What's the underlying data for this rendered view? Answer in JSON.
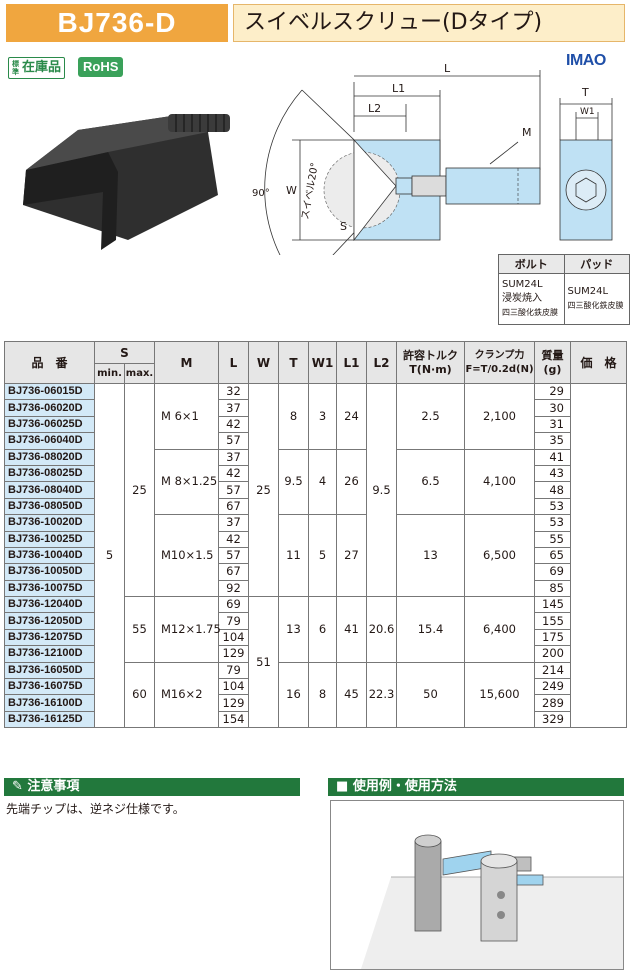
{
  "header": {
    "model": "BJ736-D",
    "title": "スイベルスクリュー(Dタイプ)"
  },
  "badges": {
    "stock_small": "標準",
    "stock": "在庫品",
    "rohs": "RoHS"
  },
  "brand": {
    "logo": "IMAO"
  },
  "drawing": {
    "labels": {
      "L": "L",
      "L1": "L1",
      "L2": "L2",
      "M": "M",
      "T": "T",
      "W1": "W1",
      "W": "W",
      "S": "S",
      "angle90": "90°",
      "swivel": "スイベル20°"
    }
  },
  "materials": {
    "headers": [
      "ボルト",
      "パッド"
    ],
    "bolt": {
      "line1": "SUM24L",
      "line2": "浸炭焼入",
      "line3": "四三酸化鉄皮膜"
    },
    "pad": {
      "line1": "SUM24L",
      "line2": "四三酸化鉄皮膜"
    }
  },
  "table": {
    "headers": {
      "part": "品　番",
      "s": "S",
      "s_min": "min.",
      "s_max": "max.",
      "m": "M",
      "l": "L",
      "w": "W",
      "t": "T",
      "w1": "W1",
      "l1": "L1",
      "l2": "L2",
      "torque_1": "許容トルク",
      "torque_2": "T(N·m)",
      "clamp_1": "クランプ力",
      "clamp_2": "F=T/0.2d(N)",
      "mass_1": "質量",
      "mass_2": "(g)",
      "price": "価　格"
    },
    "rows": [
      {
        "pn": "BJ736-06015D",
        "l": "32",
        "mass": "29"
      },
      {
        "pn": "BJ736-06020D",
        "l": "37",
        "mass": "30"
      },
      {
        "pn": "BJ736-06025D",
        "l": "42",
        "mass": "31"
      },
      {
        "pn": "BJ736-06040D",
        "l": "57",
        "mass": "35"
      },
      {
        "pn": "BJ736-08020D",
        "l": "37",
        "mass": "41"
      },
      {
        "pn": "BJ736-08025D",
        "l": "42",
        "mass": "43"
      },
      {
        "pn": "BJ736-08040D",
        "l": "57",
        "mass": "48"
      },
      {
        "pn": "BJ736-08050D",
        "l": "67",
        "mass": "53"
      },
      {
        "pn": "BJ736-10020D",
        "l": "37",
        "mass": "53"
      },
      {
        "pn": "BJ736-10025D",
        "l": "42",
        "mass": "55"
      },
      {
        "pn": "BJ736-10040D",
        "l": "57",
        "mass": "65"
      },
      {
        "pn": "BJ736-10050D",
        "l": "67",
        "mass": "69"
      },
      {
        "pn": "BJ736-10075D",
        "l": "92",
        "mass": "85"
      },
      {
        "pn": "BJ736-12040D",
        "l": "69",
        "mass": "145"
      },
      {
        "pn": "BJ736-12050D",
        "l": "79",
        "mass": "155"
      },
      {
        "pn": "BJ736-12075D",
        "l": "104",
        "mass": "175"
      },
      {
        "pn": "BJ736-12100D",
        "l": "129",
        "mass": "200"
      },
      {
        "pn": "BJ736-16050D",
        "l": "79",
        "mass": "214"
      },
      {
        "pn": "BJ736-16075D",
        "l": "104",
        "mass": "249"
      },
      {
        "pn": "BJ736-16100D",
        "l": "129",
        "mass": "289"
      },
      {
        "pn": "BJ736-16125D",
        "l": "154",
        "mass": "329"
      }
    ],
    "groups": [
      {
        "m": "M 6×1",
        "t": "8",
        "w1": "3",
        "l1": "24",
        "torque": "2.5",
        "clamp": "2,100"
      },
      {
        "m": "M 8×1.25",
        "t": "9.5",
        "w1": "4",
        "l1": "26",
        "torque": "6.5",
        "clamp": "4,100"
      },
      {
        "m": "M10×1.5",
        "t": "11",
        "w1": "5",
        "l1": "27",
        "torque": "13",
        "clamp": "6,500"
      },
      {
        "m": "M12×1.75",
        "t": "13",
        "w1": "6",
        "l1": "41",
        "torque": "15.4",
        "clamp": "6,400"
      },
      {
        "m": "M16×2",
        "t": "16",
        "w1": "8",
        "l1": "45",
        "torque": "50",
        "clamp": "15,600"
      }
    ],
    "s_min": "5",
    "s_max": [
      "25",
      "55",
      "60"
    ],
    "w": [
      "25",
      "51"
    ],
    "l2": [
      "9.5",
      "20.6",
      "22.3"
    ]
  },
  "caution": {
    "title": "注意事項",
    "text": "先端チップは、逆ネジ仕様です。"
  },
  "usage": {
    "title": "使用例・使用方法"
  }
}
